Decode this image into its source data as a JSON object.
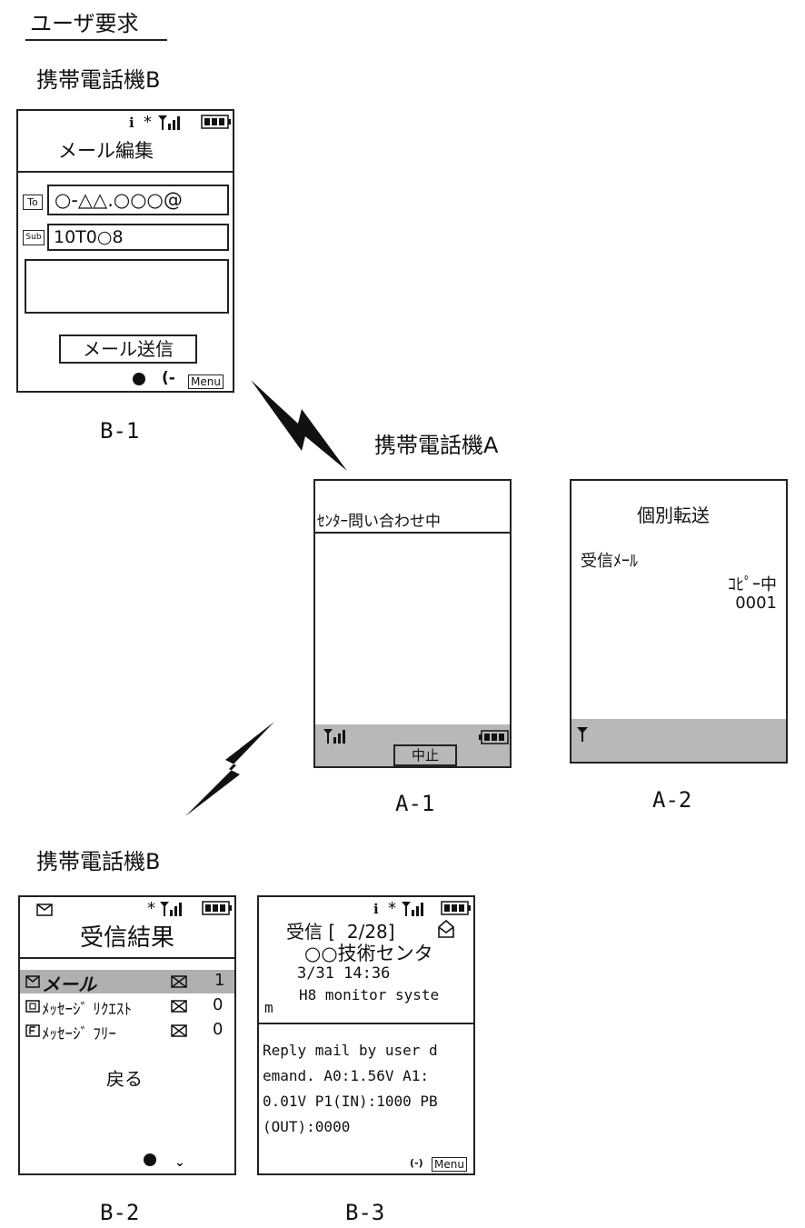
{
  "header": {
    "title": "ユーザ要求"
  },
  "labels": {
    "phone_b_top": "携帯電話機B",
    "phone_a": "携帯電話機A",
    "phone_b_bottom": "携帯電話機B"
  },
  "captions": {
    "b1": "B-1",
    "a1": "A-1",
    "a2": "A-2",
    "b2": "B-2",
    "b3": "B-3"
  },
  "b1": {
    "title": "メール編集",
    "to_tag": "To",
    "to_value": "○-△△.○○○@",
    "sub_tag": "Sub",
    "sub_value": "10T0○8",
    "send_button": "メール送信",
    "menu": "Menu"
  },
  "a1": {
    "status": "ｾﾝﾀｰ問い合わせ中",
    "cancel_button": "中止"
  },
  "a2": {
    "title": "個別転送",
    "received": "受信ﾒｰﾙ",
    "copying": "ｺﾋﾟｰ中",
    "count": "0001"
  },
  "b2": {
    "title": "受信結果",
    "rows": [
      {
        "label": "メール",
        "count": "1"
      },
      {
        "label": "ﾒｯｾｰｼﾞ ﾘｸｴｽﾄ",
        "count": "0"
      },
      {
        "label": "ﾒｯｾｰｼﾞ ﾌﾘｰ",
        "count": "0"
      }
    ],
    "back": "戻る"
  },
  "b3": {
    "header_line": "受信 [  2/28]",
    "sender": "○○技術センタ",
    "datetime": "3/31 14:36",
    "subject_1": "H8 monitor syste",
    "subject_2": "m",
    "body": [
      "Reply mail by user d",
      "emand. A0:1.56V A1:",
      "0.01V P1(IN):1000 PB",
      "(OUT):0000"
    ],
    "menu": "Menu"
  }
}
